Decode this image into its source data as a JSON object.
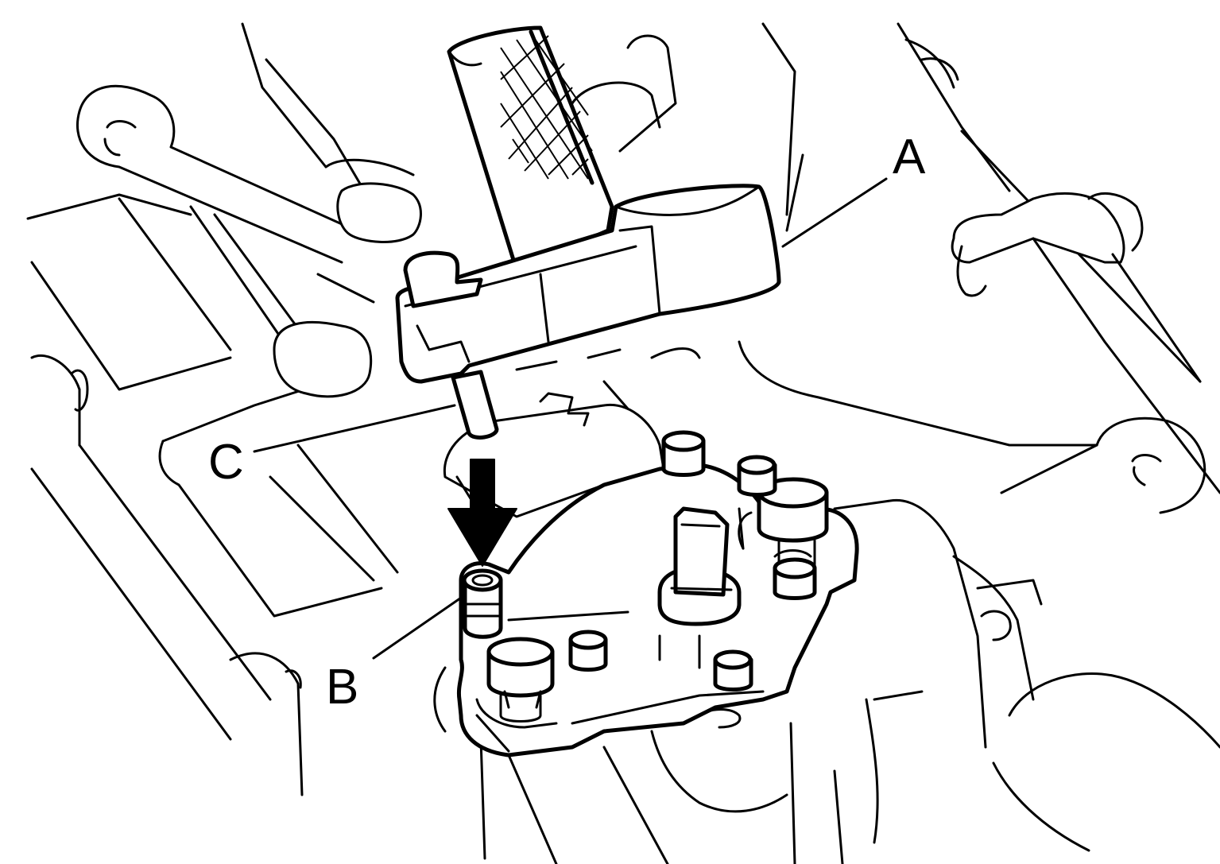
{
  "labels": {
    "a": "A",
    "b": "B",
    "c": "C"
  },
  "arrow": {
    "direction": "down"
  }
}
